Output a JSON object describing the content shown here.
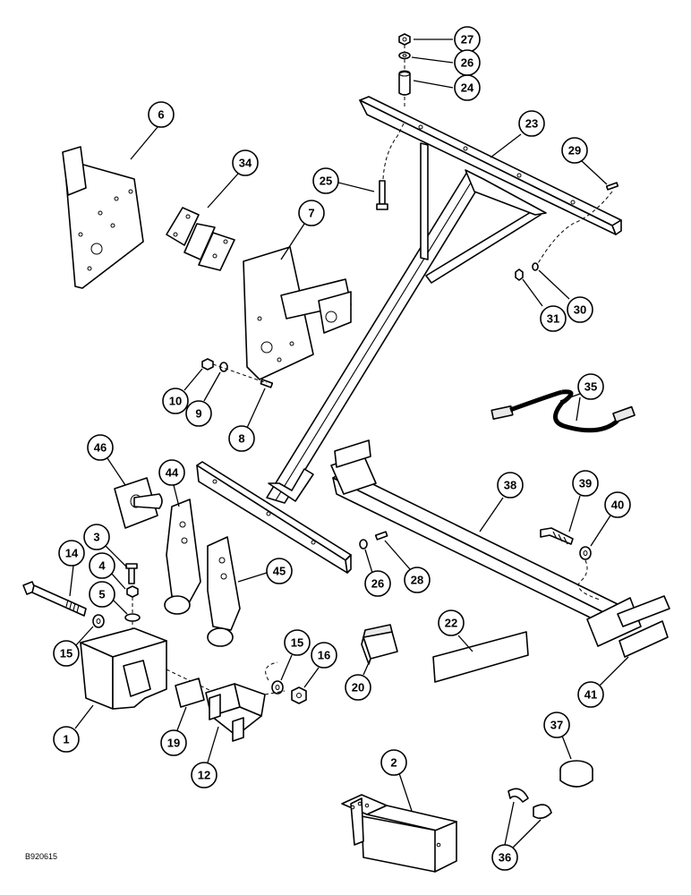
{
  "figure_id": "B920615",
  "callouts": [
    {
      "label": "27"
    },
    {
      "label": "26"
    },
    {
      "label": "24"
    },
    {
      "label": "23"
    },
    {
      "label": "29"
    },
    {
      "label": "6"
    },
    {
      "label": "34"
    },
    {
      "label": "25"
    },
    {
      "label": "7"
    },
    {
      "label": "31"
    },
    {
      "label": "30"
    },
    {
      "label": "10"
    },
    {
      "label": "9"
    },
    {
      "label": "8"
    },
    {
      "label": "35"
    },
    {
      "label": "46"
    },
    {
      "label": "44"
    },
    {
      "label": "38"
    },
    {
      "label": "39"
    },
    {
      "label": "40"
    },
    {
      "label": "3"
    },
    {
      "label": "14"
    },
    {
      "label": "4"
    },
    {
      "label": "45"
    },
    {
      "label": "26"
    },
    {
      "label": "28"
    },
    {
      "label": "5"
    },
    {
      "label": "15"
    },
    {
      "label": "22"
    },
    {
      "label": "15"
    },
    {
      "label": "16"
    },
    {
      "label": "20"
    },
    {
      "label": "41"
    },
    {
      "label": "1"
    },
    {
      "label": "19"
    },
    {
      "label": "12"
    },
    {
      "label": "37"
    },
    {
      "label": "2"
    },
    {
      "label": "36"
    }
  ]
}
